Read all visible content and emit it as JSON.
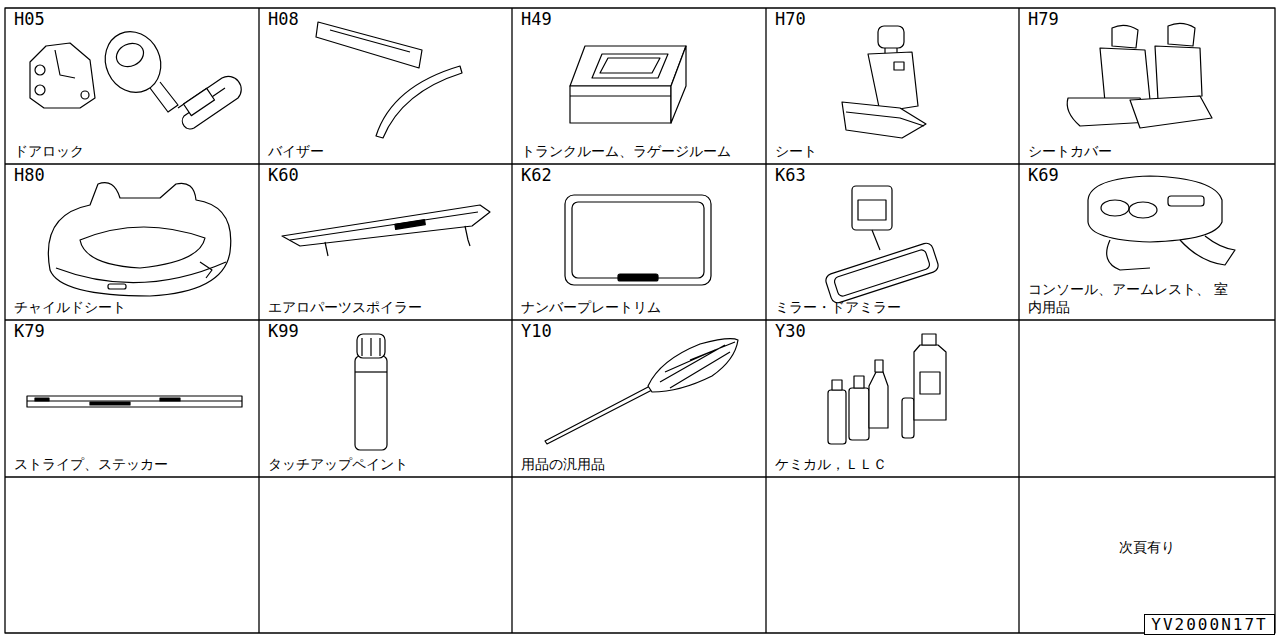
{
  "diagram": {
    "nodes": [
      {
        "text": [
          "H05",
          "ドアロック"
        ]
      },
      {
        "text": [
          "H08",
          "バイザー"
        ]
      },
      {
        "text": [
          "H49",
          "トランクルーム、ラゲージルーム"
        ]
      },
      {
        "text": [
          "H70",
          "シート"
        ]
      },
      {
        "text": [
          "H79",
          "シートカバー"
        ]
      },
      {
        "text": [
          "H80",
          "チャイルドシート"
        ]
      },
      {
        "text": [
          "K60",
          "エアロパーツスポイラー"
        ]
      },
      {
        "text": [
          "K62",
          "ナンバープレートリム"
        ]
      },
      {
        "text": [
          "K63",
          "ミラー・ドアミラー"
        ]
      },
      {
        "text": [
          "K69",
          "コンソール、アームレスト、 室内用品"
        ]
      },
      {
        "text": [
          "K79",
          "ストライプ、ステッカー"
        ]
      },
      {
        "text": [
          "K99",
          "タッチアップペイント"
        ]
      },
      {
        "text": [
          "Y10",
          "用品の汎用品"
        ]
      },
      {
        "text": [
          "Y30",
          "ケミカル，ＬＬＣ"
        ]
      },
      {
        "text": [
          "次頁有り"
        ]
      },
      {
        "text": [
          "YV2000N17T"
        ]
      }
    ]
  }
}
